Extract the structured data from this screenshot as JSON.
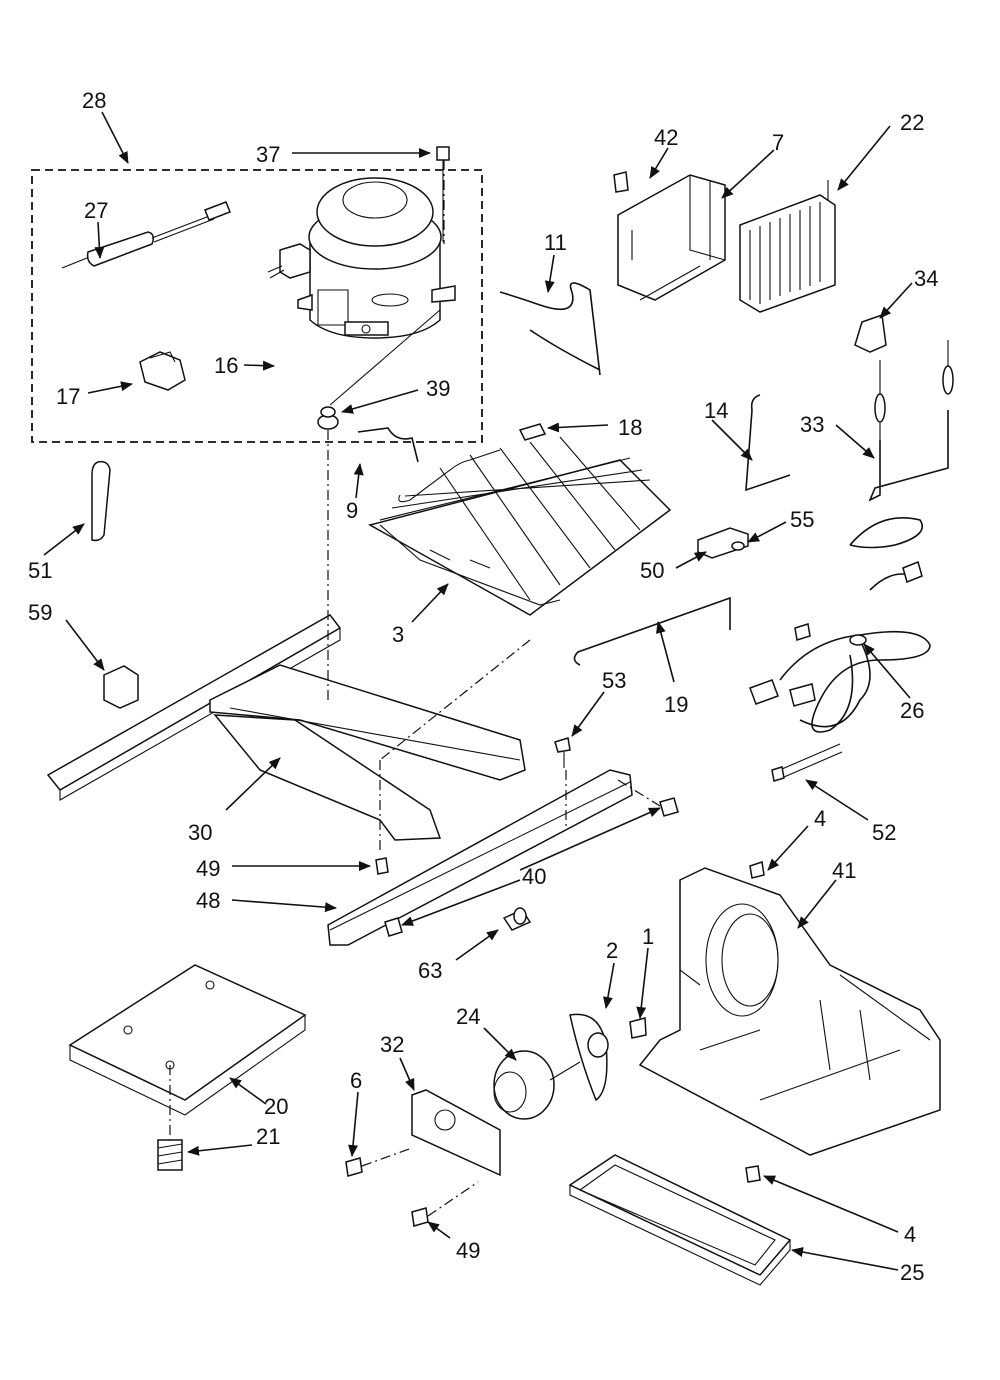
{
  "labels": {
    "l1": "1",
    "l2": "2",
    "l3": "3",
    "l4a": "4",
    "l4b": "4",
    "l6": "6",
    "l7": "7",
    "l9": "9",
    "l11": "11",
    "l14": "14",
    "l16": "16",
    "l17": "17",
    "l18": "18",
    "l19": "19",
    "l20": "20",
    "l21": "21",
    "l22": "22",
    "l24": "24",
    "l25": "25",
    "l26": "26",
    "l27": "27",
    "l28": "28",
    "l30": "30",
    "l32": "32",
    "l33": "33",
    "l34": "34",
    "l37": "37",
    "l39": "39",
    "l40": "40",
    "l41": "41",
    "l42": "42",
    "l48": "48",
    "l49a": "49",
    "l49b": "49",
    "l50": "50",
    "l51": "51",
    "l52": "52",
    "l53": "53",
    "l55": "55",
    "l59": "59",
    "l63": "63"
  }
}
